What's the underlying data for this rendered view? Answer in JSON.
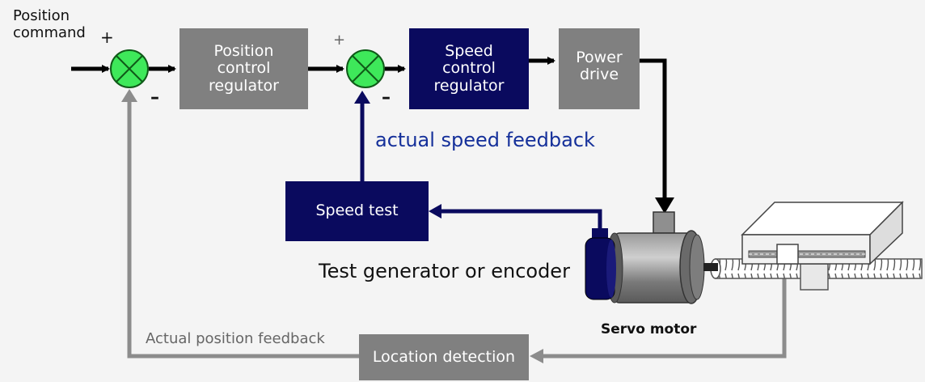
{
  "colors": {
    "background": "#f4f4f4",
    "gray_block": "#808080",
    "navy_block": "#0a0a5e",
    "summing_junction": "#3ee85a",
    "black_signal": "#000000",
    "navy_signal": "#0a0a5e",
    "gray_signal": "#8c8c8c",
    "speed_feedback_text": "#15309a"
  },
  "input": {
    "label": "Position\ncommand",
    "plus_sign": "+"
  },
  "junctions": {
    "position_sum": {
      "plus": "+",
      "minus": "–"
    },
    "speed_sum": {
      "plus": "+",
      "minus": "–"
    }
  },
  "blocks": {
    "position_regulator": "Position\ncontrol\nregulator",
    "speed_regulator": "Speed\ncontrol\nregulator",
    "power_drive": "Power\ndrive",
    "speed_test": "Speed test",
    "location_detection": "Location detection"
  },
  "labels": {
    "actual_speed_feedback": "actual speed feedback",
    "test_generator": "Test generator or encoder",
    "servo_motor": "Servo motor",
    "actual_position_feedback": "Actual position feedback"
  },
  "icons": {
    "motor": "servo-motor-icon",
    "encoder": "encoder-icon",
    "table": "linear-stage-icon",
    "screw": "ball-screw-icon",
    "junction": "summing-junction-icon"
  }
}
